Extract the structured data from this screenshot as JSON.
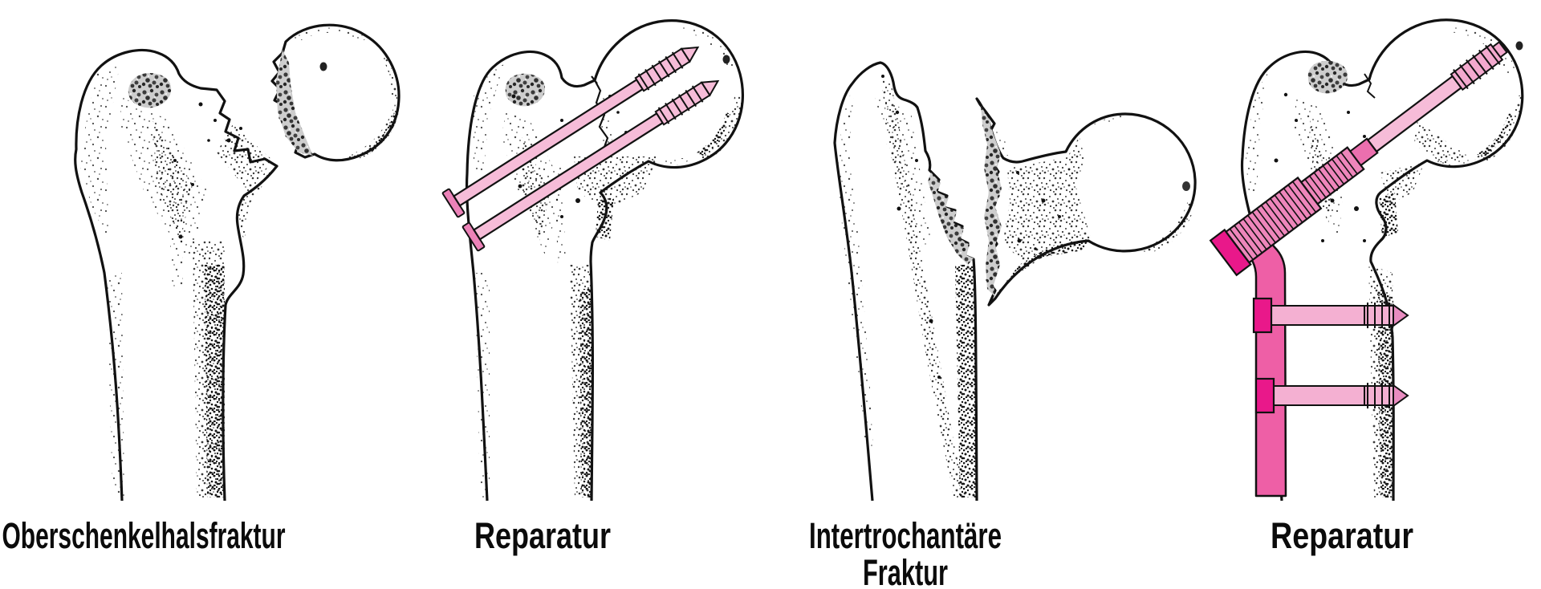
{
  "figure": {
    "background": "#ffffff",
    "ink": "#111111",
    "implant_colors": {
      "screw_light_pink": "#f6bcd8",
      "screw_washer_pink": "#ec82b8",
      "barrel_medium_pink": "#ee86bb",
      "plate_pink": "#ee5fa6",
      "cap_magenta": "#e9188a"
    },
    "panels": [
      {
        "id": "femoral-neck-fracture",
        "caption": "Oberschenkelhalsfraktur",
        "subject": "Femur mit abgebrochenem Hüftkopf (Schenkelhalsfraktur)"
      },
      {
        "id": "femoral-neck-repair",
        "caption": "Reparatur",
        "subject": "Fixierung mit zwei Schenkelhalsschrauben"
      },
      {
        "id": "intertrochanteric-fracture",
        "caption": "Intertrochantäre Fraktur",
        "caption_line1": "Intertrochantäre",
        "caption_line2": "Fraktur",
        "subject": "Bruch zwischen den Trochanteren"
      },
      {
        "id": "intertrochanteric-repair",
        "caption": "Reparatur",
        "subject": "Fixierung mit dynamischer Hüftschraube und Platte"
      }
    ]
  }
}
